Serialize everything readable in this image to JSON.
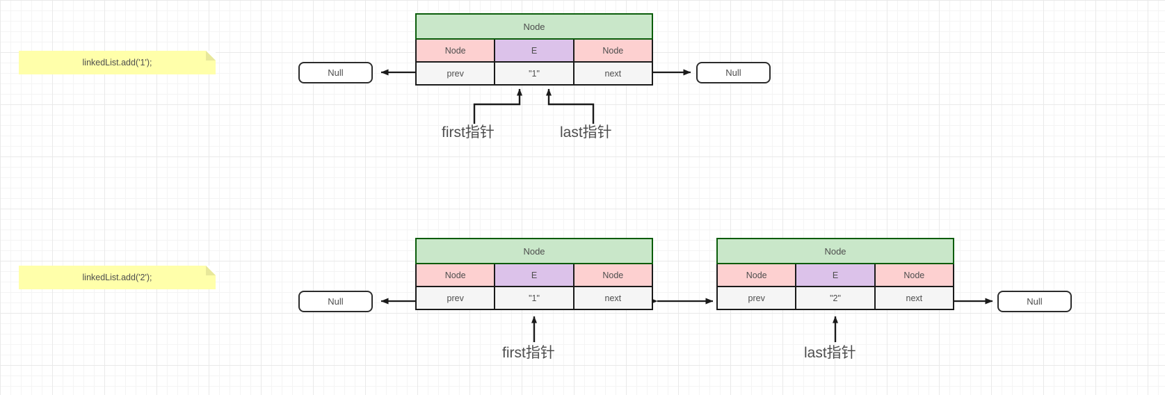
{
  "diagram": {
    "title": "LinkedList add() node structure",
    "colors": {
      "sticky_fill": "#ffffaa",
      "node_header_fill": "#c9e7c9",
      "node_header_border": "#0a5c0a",
      "type_pink_fill": "#fdd0d0",
      "type_purple_fill": "#dcc2ea",
      "field_fill": "#f5f5f5",
      "stroke": "#1a1a1a",
      "text": "#4d4d4d",
      "grid_minor": "#f4f4f4",
      "grid_major": "#e9e9e9"
    },
    "steps": [
      {
        "note": "linkedList.add('1');",
        "nodes": [
          {
            "header": "Node",
            "types": [
              "Node",
              "E",
              "Node"
            ],
            "fields": [
              "prev",
              "\"1\"",
              "next"
            ]
          }
        ],
        "terminals": {
          "left": "Null",
          "right": "Null"
        },
        "pointers": [
          {
            "name": "first指针"
          },
          {
            "name": "last指针"
          }
        ]
      },
      {
        "note": "linkedList.add('2');",
        "nodes": [
          {
            "header": "Node",
            "types": [
              "Node",
              "E",
              "Node"
            ],
            "fields": [
              "prev",
              "\"1\"",
              "next"
            ]
          },
          {
            "header": "Node",
            "types": [
              "Node",
              "E",
              "Node"
            ],
            "fields": [
              "prev",
              "\"2\"",
              "next"
            ]
          }
        ],
        "terminals": {
          "left": "Null",
          "right": "Null"
        },
        "pointers": [
          {
            "name": "first指针"
          },
          {
            "name": "last指针"
          }
        ]
      }
    ]
  }
}
